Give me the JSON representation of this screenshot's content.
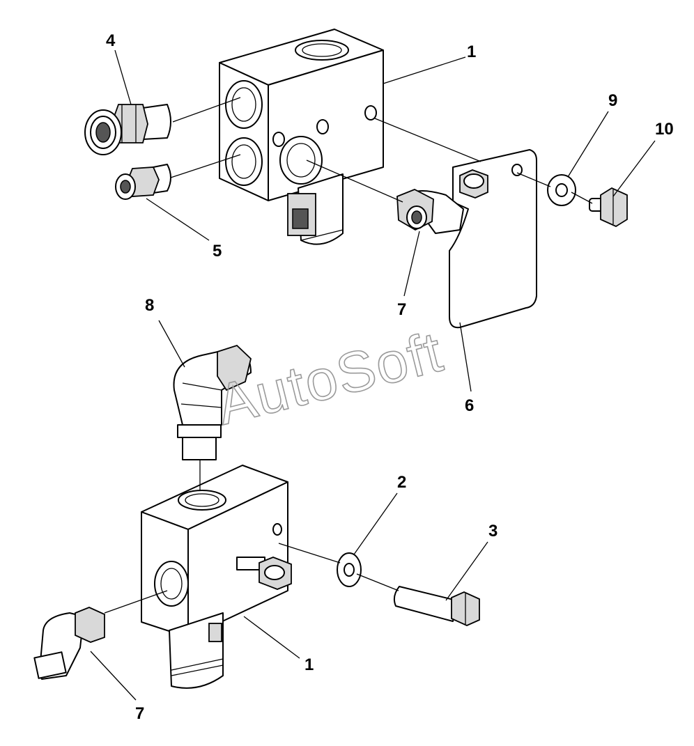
{
  "callouts": {
    "c1_top": "1",
    "c4": "4",
    "c5": "5",
    "c7_top": "7",
    "c8": "8",
    "c9": "9",
    "c10": "10",
    "c6": "6",
    "c2": "2",
    "c3": "3",
    "c1_bottom": "1",
    "c7_bottom": "7"
  },
  "watermark": "AutoSoft"
}
